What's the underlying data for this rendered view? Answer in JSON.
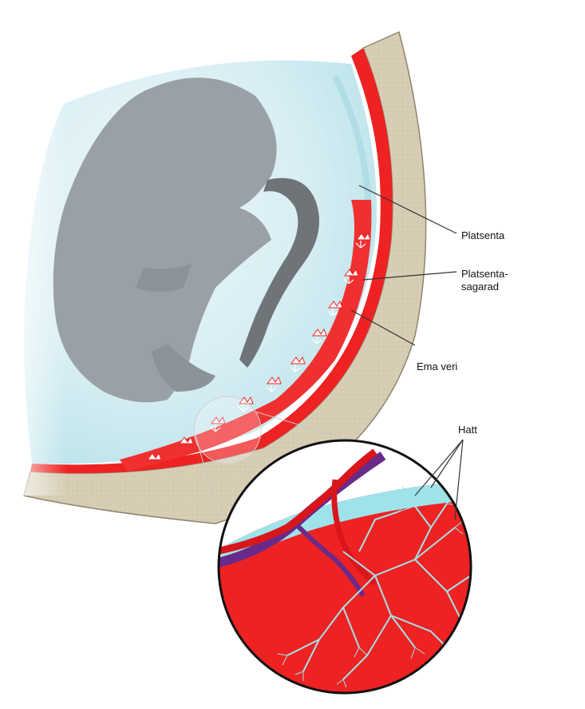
{
  "labels": {
    "placenta": "Platsenta",
    "placental_lobe_line1": "Platsenta-",
    "placental_lobe_line2": "sagarad",
    "maternal_blood": "Ema veri",
    "villi": "Hatt"
  },
  "colors": {
    "uterine_wall": "#d6cdb4",
    "blood_red": "#ee2222",
    "amniotic_fluid": "#cfeaf0",
    "fetus_gray": "#9aa1a6",
    "umbilical_cord": "#6f7478",
    "vein_purple": "#6a2a8a",
    "villi_lightblue": "#9fe3ea",
    "leader_line": "#333333"
  }
}
